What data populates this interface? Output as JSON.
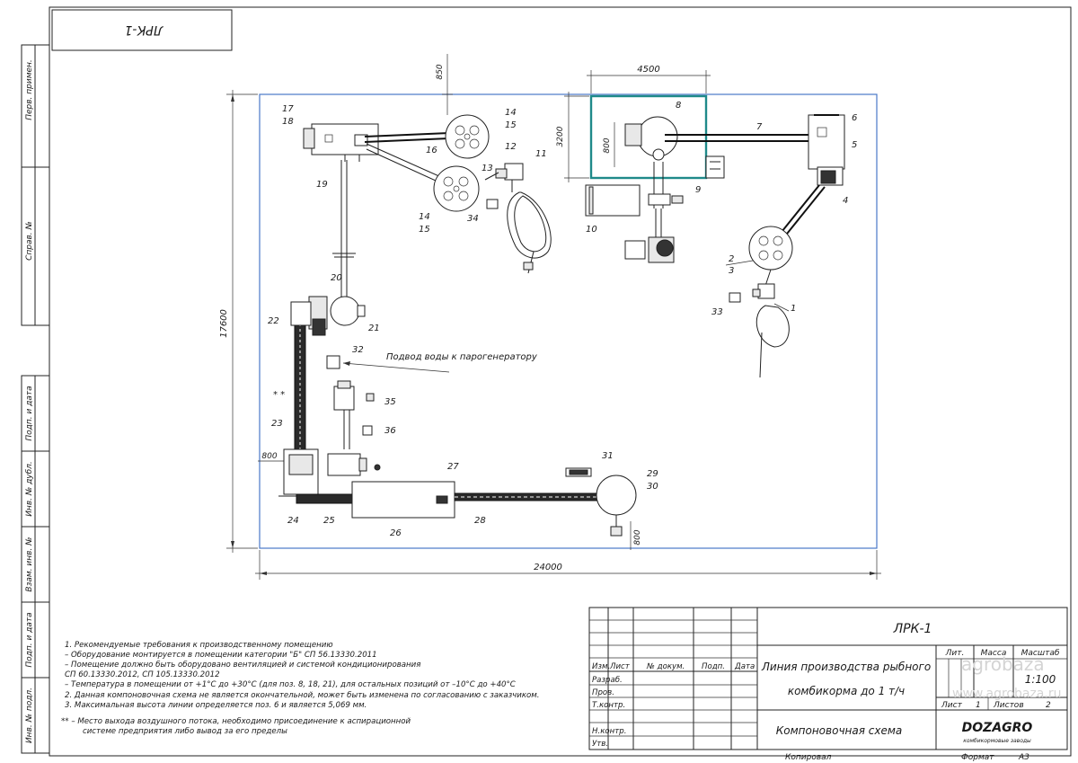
{
  "stamp_top": "ЛРК-1",
  "side_columns": [
    "Перв. примен.",
    "Справ. №",
    "Подп. и дата",
    "Инв. № дубл.",
    "Взам. инв. №",
    "Подп. и дата",
    "Инв. № подл."
  ],
  "dimensions": {
    "overall_width": "24000",
    "overall_height": "17600",
    "top_offset": "850",
    "room_width": "4500",
    "room_height": "3200",
    "inner_800": "800",
    "left_800": "800",
    "bottom_800": "800"
  },
  "position_labels": [
    "1",
    "2",
    "3",
    "4",
    "5",
    "6",
    "7",
    "8",
    "9",
    "10",
    "11",
    "12",
    "13",
    "14",
    "15",
    "16",
    "17",
    "18",
    "19",
    "20",
    "21",
    "22",
    "23",
    "24",
    "25",
    "26",
    "27",
    "28",
    "29",
    "30",
    "31",
    "32",
    "33",
    "34",
    "35",
    "36"
  ],
  "water_note": "Подвод воды к парогенератору",
  "air_marker": "* *",
  "notes": [
    "1. Рекомендуемые требования к производственному помещению",
    "– Оборудование монтируется в помещении категории \"Б\" СП 56.13330.2011",
    "– Помещение должно быть оборудовано вентиляцией и системой кондиционирования",
    "СП 60.13330.2012, СП 105.13330.2012",
    "– Температура в помещении от +1°С до +30°С (для поз. 8, 18, 21), для остальных позиций от –10°С до +40°С",
    "2. Данная компоновочная схема не является окончательной, может быть изменена по согласованию с заказчиком.",
    "3. Максимальная высота линии определяется поз. 6 и является 5,069 мм.",
    "** – Место выхода воздушного потока, необходимо присоединение к аспирационной",
    "системе предприятия либо вывод за его пределы"
  ],
  "title_block": {
    "code": "ЛРК-1",
    "title_line1": "Линия производства рыбного",
    "title_line2": "комбикорма до 1 т/ч",
    "subtitle": "Компоновочная схема",
    "col_headers": [
      "Изм.",
      "Лист",
      "№ докум.",
      "Подп.",
      "Дата"
    ],
    "row_labels": [
      "Разраб.",
      "Пров.",
      "Т.контр.",
      "Н.контр.",
      "Утв."
    ],
    "lit_label": "Лит.",
    "mass_label": "Масса",
    "scale_label": "Масштаб",
    "scale_value": "1:100",
    "sheet_label": "Лист",
    "sheet_value": "1",
    "sheets_label": "Листов",
    "sheets_value": "2",
    "copied_label": "Копировал",
    "format_label": "Формат",
    "format_value": "А3",
    "logo_main": "DOZAGRO",
    "logo_sub": "комбикормовые заводы"
  },
  "watermark": {
    "text1": "agrobaza",
    "text2": "www.agrobaza.ru"
  }
}
